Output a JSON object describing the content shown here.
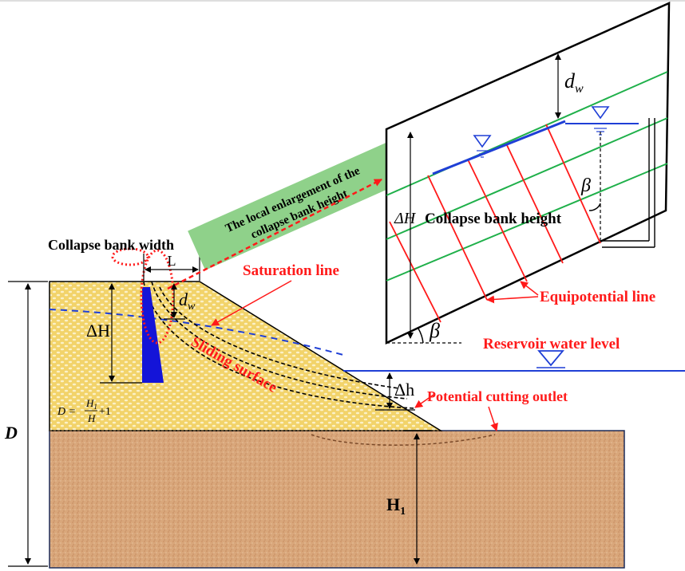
{
  "labels": {
    "collapse_bank_width": "Collapse bank width",
    "L": "L",
    "d_w_main": "d",
    "d_w_sub": "w",
    "delta_H_main": "ΔH",
    "saturation_line": "Saturation line",
    "sliding_surface": "Sliding surface",
    "D_formula_lhs": "D =",
    "D_formula_num": "H",
    "D_formula_num_sub": "1",
    "D_formula_den": "H",
    "D_formula_tail": "+1",
    "D": "D",
    "H1_main": "H",
    "H1_sub": "1",
    "delta_h": "Δh",
    "reservoir_water_level": "Reservoir water level",
    "potential_cutting_outlet": "Potential cutting outlet",
    "enlargement_line1": "The local enlargement of the",
    "enlargement_line2": "collapse bank height",
    "inset_d_w_main": "d",
    "inset_d_w_sub": "w",
    "inset_delta_H": "ΔH",
    "inset_collapse_bank_height": "Collapse bank height",
    "beta_top": "β",
    "beta_bottom": "β",
    "equipotential_line": "Equipotential line"
  },
  "colors": {
    "soil_upper": "#f2d36a",
    "soil_lower": "#d9a77b",
    "annotation_red": "#ff1a1a",
    "water_blue": "#1f3fd6",
    "seepage_green": "#1fb04a",
    "callout_green": "#8fd18a",
    "wedge_blue": "#1414d8"
  }
}
